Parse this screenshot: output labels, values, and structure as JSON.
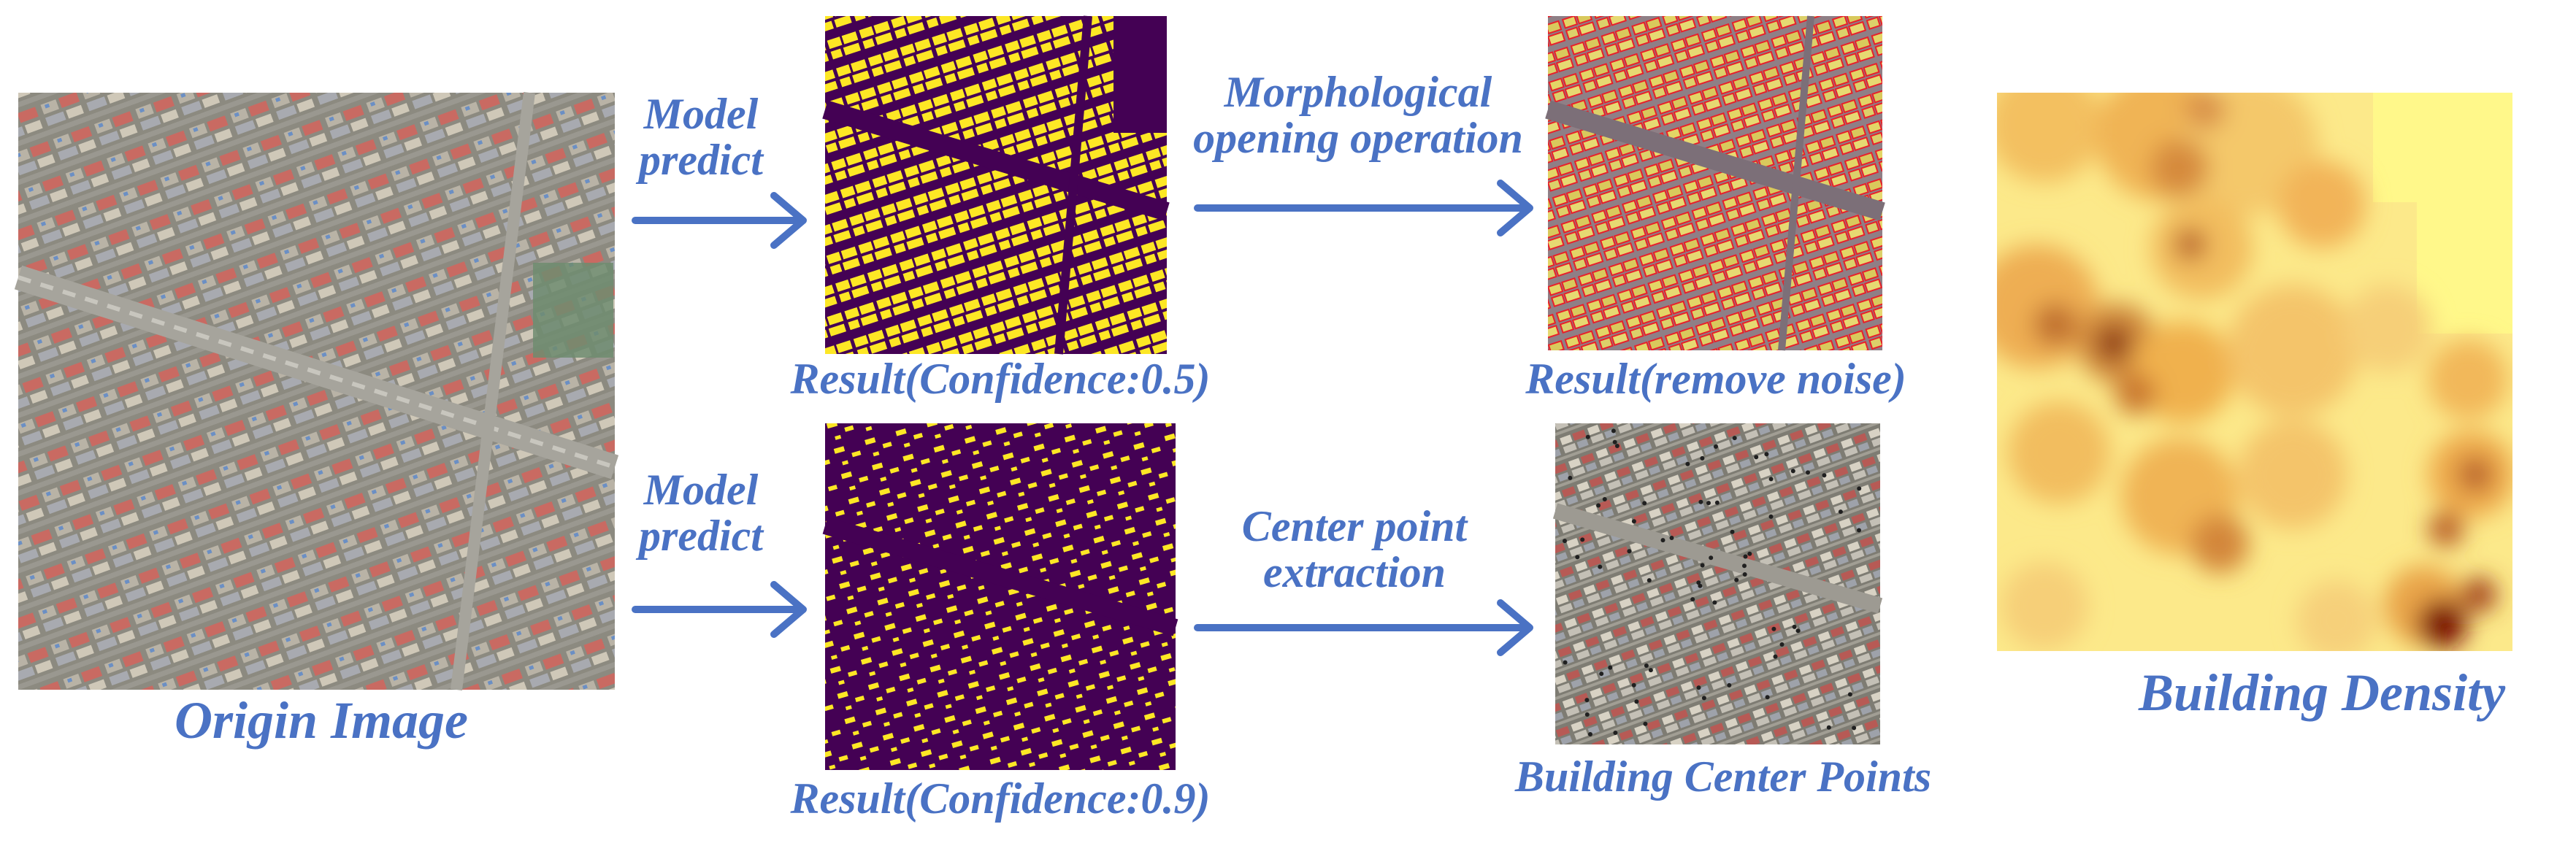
{
  "labels": {
    "origin_image": "Origin Image",
    "model_predict_top": [
      "Model",
      "predict"
    ],
    "model_predict_bottom": [
      "Model",
      "predict"
    ],
    "result_conf_05": "Result(Confidence:0.5)",
    "result_conf_09": "Result(Confidence:0.9)",
    "morph_op": [
      "Morphological",
      "opening operation"
    ],
    "center_point": [
      "Center point",
      "extraction"
    ],
    "result_remove_noise": "Result(remove noise)",
    "building_center_points": "Building Center Points",
    "building_density": "Building Density"
  },
  "colors": {
    "label_blue": "#4a72c4",
    "arrow_blue": "#4a72c4",
    "mask_background": "#440154",
    "mask_foreground": "#fde725",
    "contour_red": "#e8202a",
    "density_light": "#fff88a",
    "density_dark": "#7a0c05"
  },
  "icons": {
    "arrow": "right-arrow-icon"
  }
}
